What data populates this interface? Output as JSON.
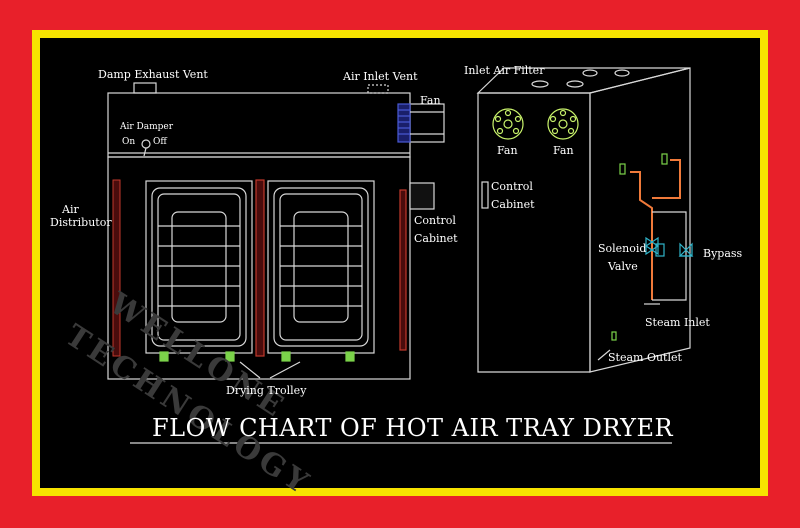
{
  "title": "FLOW CHART OF HOT AIR TRAY DRYER",
  "watermark": {
    "line1": "WELLONE",
    "line2": "TECHNOLOGY"
  },
  "labels": {
    "damp_exhaust_vent": "Damp Exhaust Vent",
    "air_inlet_vent": "Air Inlet Vent",
    "fan_left": "Fan",
    "air_damper": "Air Damper",
    "damper_on": "On",
    "damper_off": "Off",
    "air_distributor_1": "Air",
    "air_distributor_2": "Distributor",
    "control_cabinet_left_1": "Control",
    "control_cabinet_left_2": "Cabinet",
    "drying_trolley": "Drying Trolley",
    "inlet_air_filter": "Inlet Air Filter",
    "fan_a": "Fan",
    "fan_b": "Fan",
    "control_cabinet_right_1": "Control",
    "control_cabinet_right_2": "Cabinet",
    "solenoid_1": "Solenoid",
    "solenoid_2": "Valve",
    "bypass": "Bypass",
    "steam_inlet": "Steam Inlet",
    "steam_outlet": "Steam Outlet"
  },
  "colors": {
    "outer_border": "#e8202a",
    "inner_border": "#f7e300",
    "background": "#000000",
    "line": "#d8d8d8",
    "heater": "#c0392b",
    "wheel": "#7bd34a",
    "fan_blades": "#c9f36b",
    "steam_pipe": "#f07a3a",
    "valve": "#2fb3c9",
    "fan_motor": "#4a5bd4"
  }
}
